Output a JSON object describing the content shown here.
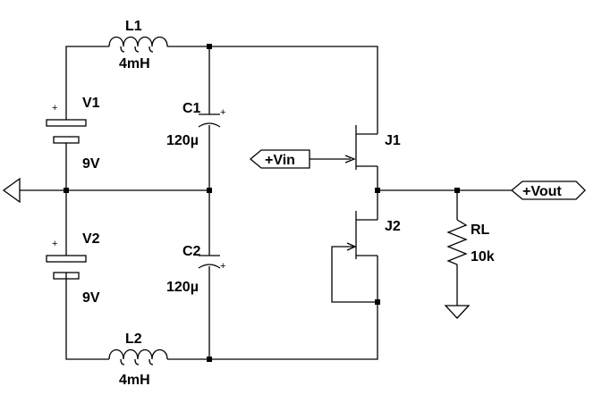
{
  "components": {
    "L1": {
      "name": "L1",
      "value": "4mH"
    },
    "L2": {
      "name": "L2",
      "value": "4mH"
    },
    "V1": {
      "name": "V1",
      "value": "9V",
      "plus": "+"
    },
    "V2": {
      "name": "V2",
      "value": "9V",
      "plus": "+"
    },
    "C1": {
      "name": "C1",
      "value": "120µ",
      "plus": "+"
    },
    "C2": {
      "name": "C2",
      "value": "120µ",
      "plus": "+"
    },
    "J1": {
      "name": "J1"
    },
    "J2": {
      "name": "J2"
    },
    "RL": {
      "name": "RL",
      "value": "10k"
    }
  },
  "ports": {
    "vin": "+Vin",
    "vout": "+Vout"
  }
}
